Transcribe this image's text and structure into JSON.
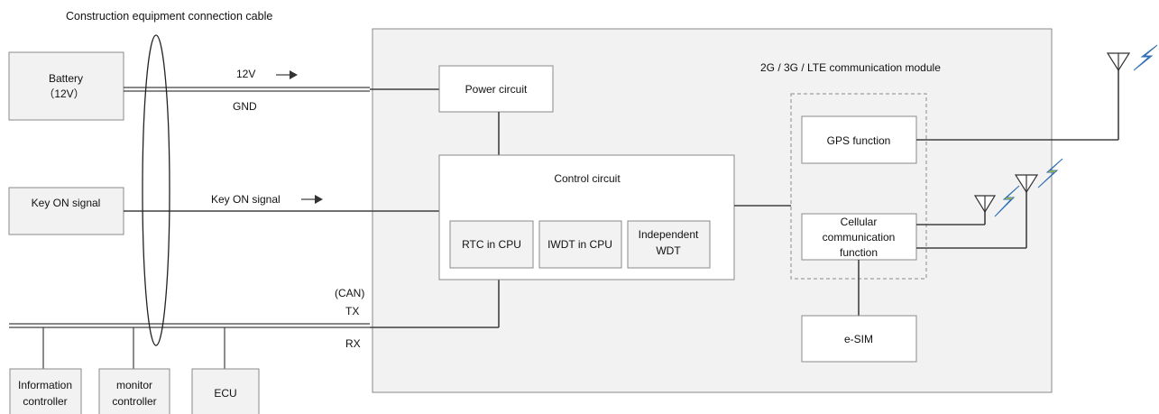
{
  "title": "Construction equipment connection cable",
  "left_devices": {
    "battery": {
      "line1": "Battery",
      "line2": "（12V）"
    },
    "key_on": "Key ON signal",
    "information_controller": {
      "line1": "Information",
      "line2": "controller"
    },
    "monitor_controller": {
      "line1": "monitor",
      "line2": "controller"
    },
    "ecu": "ECU"
  },
  "wire_labels": {
    "v12": "12V",
    "gnd": "GND",
    "key_on_signal": "Key ON signal",
    "can": "(CAN)",
    "tx": "TX",
    "rx": "RX"
  },
  "device": {
    "power_circuit": "Power circuit",
    "control_circuit": "Control circuit",
    "rtc": "RTC in CPU",
    "iwdt": "IWDT in CPU",
    "independent_wdt": {
      "line1": "Independent",
      "line2": "WDT"
    },
    "module_title": "2G / 3G / LTE communication module",
    "gps_function": "GPS function",
    "cellular": {
      "line1": "Cellular",
      "line2": "communication",
      "line3": "function"
    },
    "esim": "e-SIM"
  },
  "colors": {
    "box_fill": "#f2f2f2",
    "box_stroke": "#8a8a8a",
    "lightning_yellow": "#f2e600",
    "lightning_blue": "#2f6fb5"
  }
}
